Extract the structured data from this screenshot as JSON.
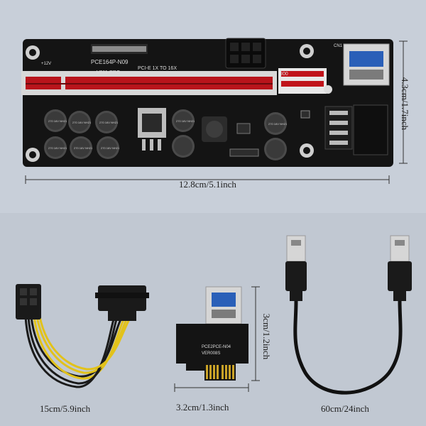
{
  "board": {
    "model": "PCE164P-N09",
    "version": "V011-PRO",
    "subtitle": "PCI-E 1X TO 16X",
    "volt": "+12V",
    "cn1": "CN1",
    "ic_label": "I00",
    "caps": [
      "270 16V NH21",
      "270 16V NH21",
      "270 16V NH21",
      "270 16V NH21",
      "270 16V NH21",
      "270 16V NH21",
      "270 16V NH21",
      "270 16V NH21"
    ]
  },
  "adapter": {
    "model": "PCE2PCE-N04",
    "version": "VER008S"
  },
  "dimensions": {
    "board_width": "12.8cm/5.1inch",
    "board_height": "4.3cm/1.7inch",
    "adapter_width": "3.2cm/1.3inch",
    "adapter_height": "3cm/1.2inch",
    "sata_cable": "15cm/5.9inch",
    "usb_cable": "60cm/24inch"
  },
  "colors": {
    "pcb": "#141414",
    "slot": "#b8141b",
    "cable_yellow": "#e2c21a",
    "usb_blue": "#2a5fb8"
  }
}
